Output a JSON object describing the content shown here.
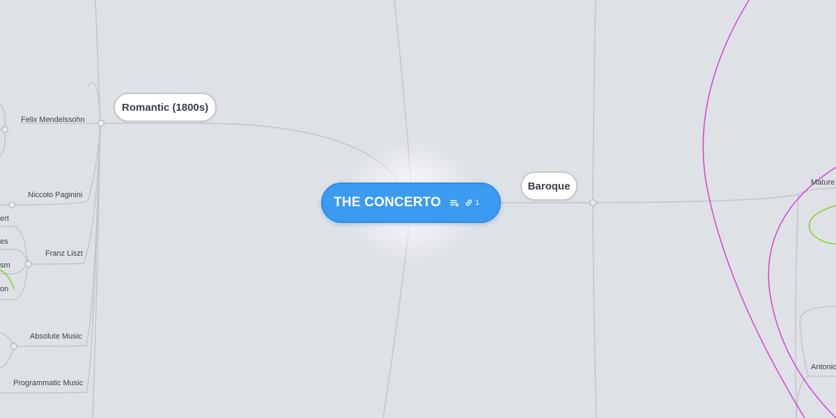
{
  "central_topic": {
    "title": "THE CONCERTO",
    "link_count": "1"
  },
  "branches": {
    "romantic": "Romantic (1800s)",
    "baroque": "Baroque"
  },
  "romantic_children": {
    "mendelssohn": "Felix Mendelssohn",
    "paganini": "Niccolo Paginini",
    "liszt": "Franz Liszt",
    "absolute": "Absolute Music",
    "programmatic": "Programmatic Music"
  },
  "liszt_children_partial": {
    "c1": "ert",
    "c2": "es",
    "c3": "sm",
    "c4": "on"
  },
  "baroque_children_partial": {
    "mature": "Mature",
    "antonio": "Antonio"
  },
  "colors": {
    "background": "#dee1e6",
    "central": "#3b9bf0",
    "connector": "#c2c5ca",
    "relation_magenta": "#d63fd8",
    "relation_green": "#7ed321"
  },
  "icons": [
    "note-icon",
    "link-icon"
  ]
}
